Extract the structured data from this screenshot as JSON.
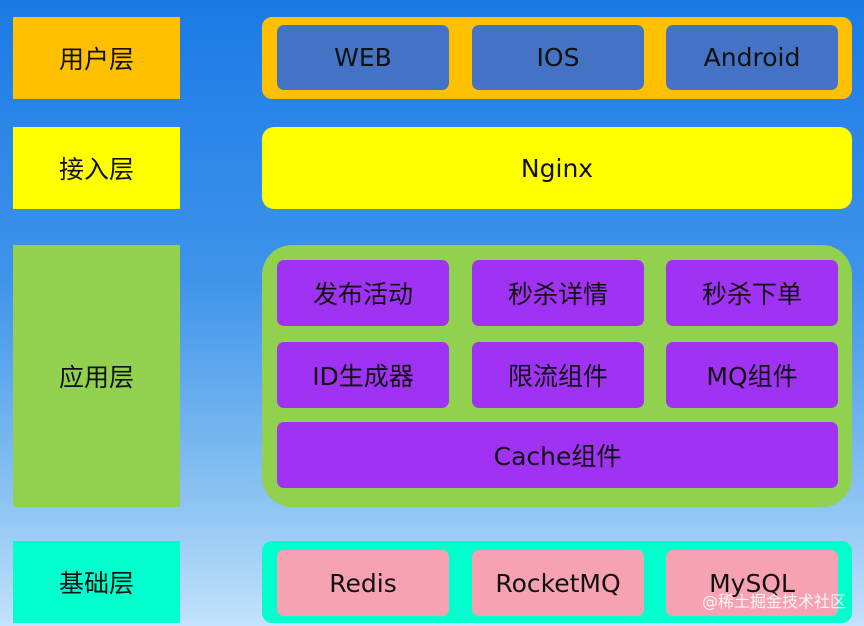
{
  "layers": {
    "user": {
      "label": "用户层",
      "color": "#ffc000"
    },
    "access": {
      "label": "接入层",
      "color": "#ffff00"
    },
    "app": {
      "label": "应用层",
      "color": "#92d050"
    },
    "base": {
      "label": "基础层",
      "color": "#00ffcc"
    }
  },
  "user_items": [
    "WEB",
    "IOS",
    "Android"
  ],
  "access_items": [
    "Nginx"
  ],
  "app_items": [
    "发布活动",
    "秒杀详情",
    "秒杀下单",
    "ID生成器",
    "限流组件",
    "MQ组件",
    "Cache组件"
  ],
  "base_items": [
    "Redis",
    "RocketMQ",
    "MySQL"
  ],
  "watermark": "@稀土掘金技术社区"
}
